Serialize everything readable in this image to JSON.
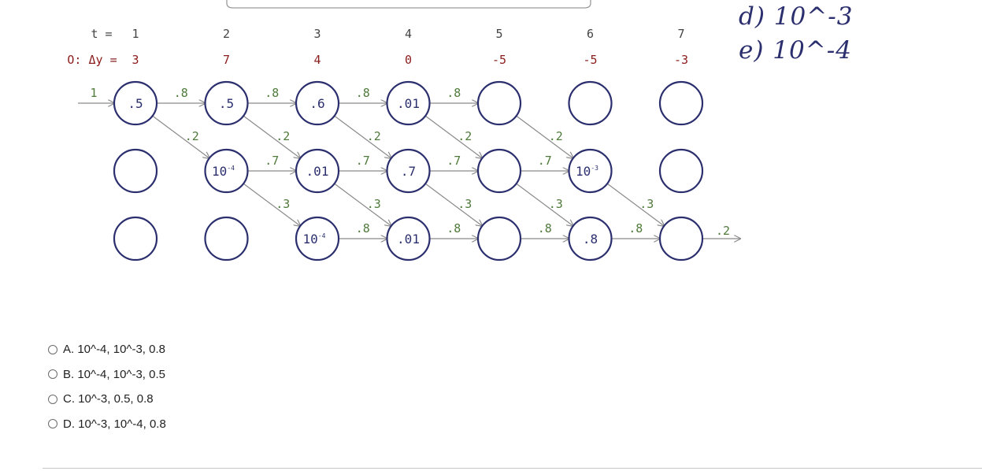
{
  "header": {
    "t_label": "t =",
    "dy_label": "O: Δy =",
    "columns": [
      {
        "t": "1",
        "dy": "3"
      },
      {
        "t": "2",
        "dy": "7"
      },
      {
        "t": "3",
        "dy": "4"
      },
      {
        "t": "4",
        "dy": "0"
      },
      {
        "t": "5",
        "dy": "-5"
      },
      {
        "t": "6",
        "dy": "-5"
      },
      {
        "t": "7",
        "dy": "-3"
      }
    ]
  },
  "lattice": {
    "nodes": [
      {
        "col": 0,
        "row": 0,
        "label": ".5"
      },
      {
        "col": 1,
        "row": 0,
        "label": ".5"
      },
      {
        "col": 2,
        "row": 0,
        "label": ".6"
      },
      {
        "col": 3,
        "row": 0,
        "label": ".01"
      },
      {
        "col": 4,
        "row": 0,
        "label": ""
      },
      {
        "col": 5,
        "row": 0,
        "label": ""
      },
      {
        "col": 6,
        "row": 0,
        "label": ""
      },
      {
        "col": 0,
        "row": 1,
        "label": ""
      },
      {
        "col": 1,
        "row": 1,
        "label": "10",
        "sup": "-4"
      },
      {
        "col": 2,
        "row": 1,
        "label": ".01"
      },
      {
        "col": 3,
        "row": 1,
        "label": ".7"
      },
      {
        "col": 4,
        "row": 1,
        "label": ""
      },
      {
        "col": 5,
        "row": 1,
        "label": "10",
        "sup": "-3"
      },
      {
        "col": 6,
        "row": 1,
        "label": ""
      },
      {
        "col": 0,
        "row": 2,
        "label": ""
      },
      {
        "col": 1,
        "row": 2,
        "label": ""
      },
      {
        "col": 2,
        "row": 2,
        "label": "10",
        "sup": "-4"
      },
      {
        "col": 3,
        "row": 2,
        "label": ".01"
      },
      {
        "col": 4,
        "row": 2,
        "label": ""
      },
      {
        "col": 5,
        "row": 2,
        "label": ".8"
      },
      {
        "col": 6,
        "row": 2,
        "label": ""
      }
    ],
    "edges": [
      {
        "from": [
          0,
          0
        ],
        "to": [
          1,
          0
        ],
        "label": ".8"
      },
      {
        "from": [
          1,
          0
        ],
        "to": [
          2,
          0
        ],
        "label": ".8"
      },
      {
        "from": [
          2,
          0
        ],
        "to": [
          3,
          0
        ],
        "label": ".8"
      },
      {
        "from": [
          3,
          0
        ],
        "to": [
          4,
          0
        ],
        "label": ".8"
      },
      {
        "from": [
          0,
          0
        ],
        "to": [
          1,
          1
        ],
        "label": ".2"
      },
      {
        "from": [
          1,
          0
        ],
        "to": [
          2,
          1
        ],
        "label": ".2"
      },
      {
        "from": [
          2,
          0
        ],
        "to": [
          3,
          1
        ],
        "label": ".2"
      },
      {
        "from": [
          3,
          0
        ],
        "to": [
          4,
          1
        ],
        "label": ".2"
      },
      {
        "from": [
          4,
          0
        ],
        "to": [
          5,
          1
        ],
        "label": ".2"
      },
      {
        "from": [
          1,
          1
        ],
        "to": [
          2,
          1
        ],
        "label": ".7"
      },
      {
        "from": [
          2,
          1
        ],
        "to": [
          3,
          1
        ],
        "label": ".7"
      },
      {
        "from": [
          3,
          1
        ],
        "to": [
          4,
          1
        ],
        "label": ".7"
      },
      {
        "from": [
          4,
          1
        ],
        "to": [
          5,
          1
        ],
        "label": ".7"
      },
      {
        "from": [
          1,
          1
        ],
        "to": [
          2,
          2
        ],
        "label": ".3"
      },
      {
        "from": [
          2,
          1
        ],
        "to": [
          3,
          2
        ],
        "label": ".3"
      },
      {
        "from": [
          3,
          1
        ],
        "to": [
          4,
          2
        ],
        "label": ".3"
      },
      {
        "from": [
          4,
          1
        ],
        "to": [
          5,
          2
        ],
        "label": ".3"
      },
      {
        "from": [
          5,
          1
        ],
        "to": [
          6,
          2
        ],
        "label": ".3"
      },
      {
        "from": [
          2,
          2
        ],
        "to": [
          3,
          2
        ],
        "label": ".8"
      },
      {
        "from": [
          3,
          2
        ],
        "to": [
          4,
          2
        ],
        "label": ".8"
      },
      {
        "from": [
          4,
          2
        ],
        "to": [
          5,
          2
        ],
        "label": ".8"
      },
      {
        "from": [
          5,
          2
        ],
        "to": [
          6,
          2
        ],
        "label": ".8"
      }
    ],
    "entry_label": "1",
    "exit_label": ".2"
  },
  "notes": {
    "d": "d) 10^-3",
    "e": "e) 10^-4"
  },
  "question": {
    "choices": [
      {
        "id": "A",
        "text": "A. 10^-4, 10^-3, 0.8"
      },
      {
        "id": "B",
        "text": "B. 10^-4, 10^-3, 0.5"
      },
      {
        "id": "C",
        "text": "C. 10^-3, 0.5, 0.8"
      },
      {
        "id": "D",
        "text": "D. 10^-3, 10^-4, 0.8"
      }
    ]
  },
  "colors": {
    "node_stroke": "#2b2f6e",
    "node_text": "#2b2f6e",
    "edge": "#8a8a8a",
    "edge_label": "#4f7a3a",
    "header_text": "#444444",
    "dy_values": "#8b1c1c",
    "handwriting": "#2b2f6e"
  }
}
